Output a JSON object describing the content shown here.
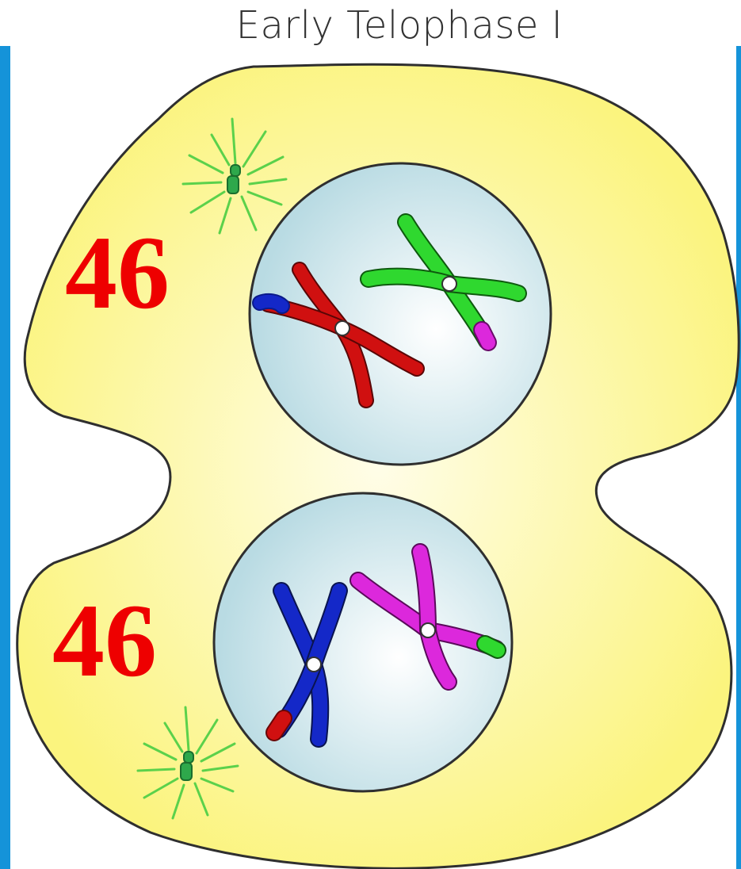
{
  "diagram": {
    "title": "Early Telophase I",
    "counts": {
      "top": "46",
      "bottom": "46"
    }
  },
  "colors": {
    "frame": "#1593d9",
    "cell_fill": "#fbf480",
    "cell_outline": "#2f2f2f",
    "nucleus_fill": "#c9e4ea",
    "count_text": "#ee0000",
    "centriole": "#2ea84b",
    "aster_lines": "#5bd14b",
    "chromosome_red": "#d01010",
    "chromosome_green": "#2fd82f",
    "chromosome_blue": "#1428c8",
    "chromosome_magenta": "#dc28dc"
  }
}
